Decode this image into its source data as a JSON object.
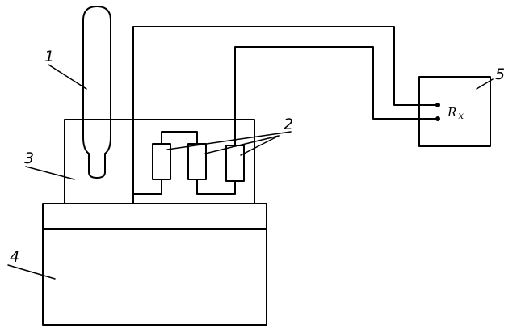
{
  "labels": {
    "lamp": "1",
    "resistors": "2",
    "housing": "3",
    "base": "4",
    "meter": "5"
  },
  "meter_symbol": {
    "main": "R",
    "sub": "x"
  },
  "colors": {
    "ink": "#000000",
    "paper": "#ffffff"
  }
}
